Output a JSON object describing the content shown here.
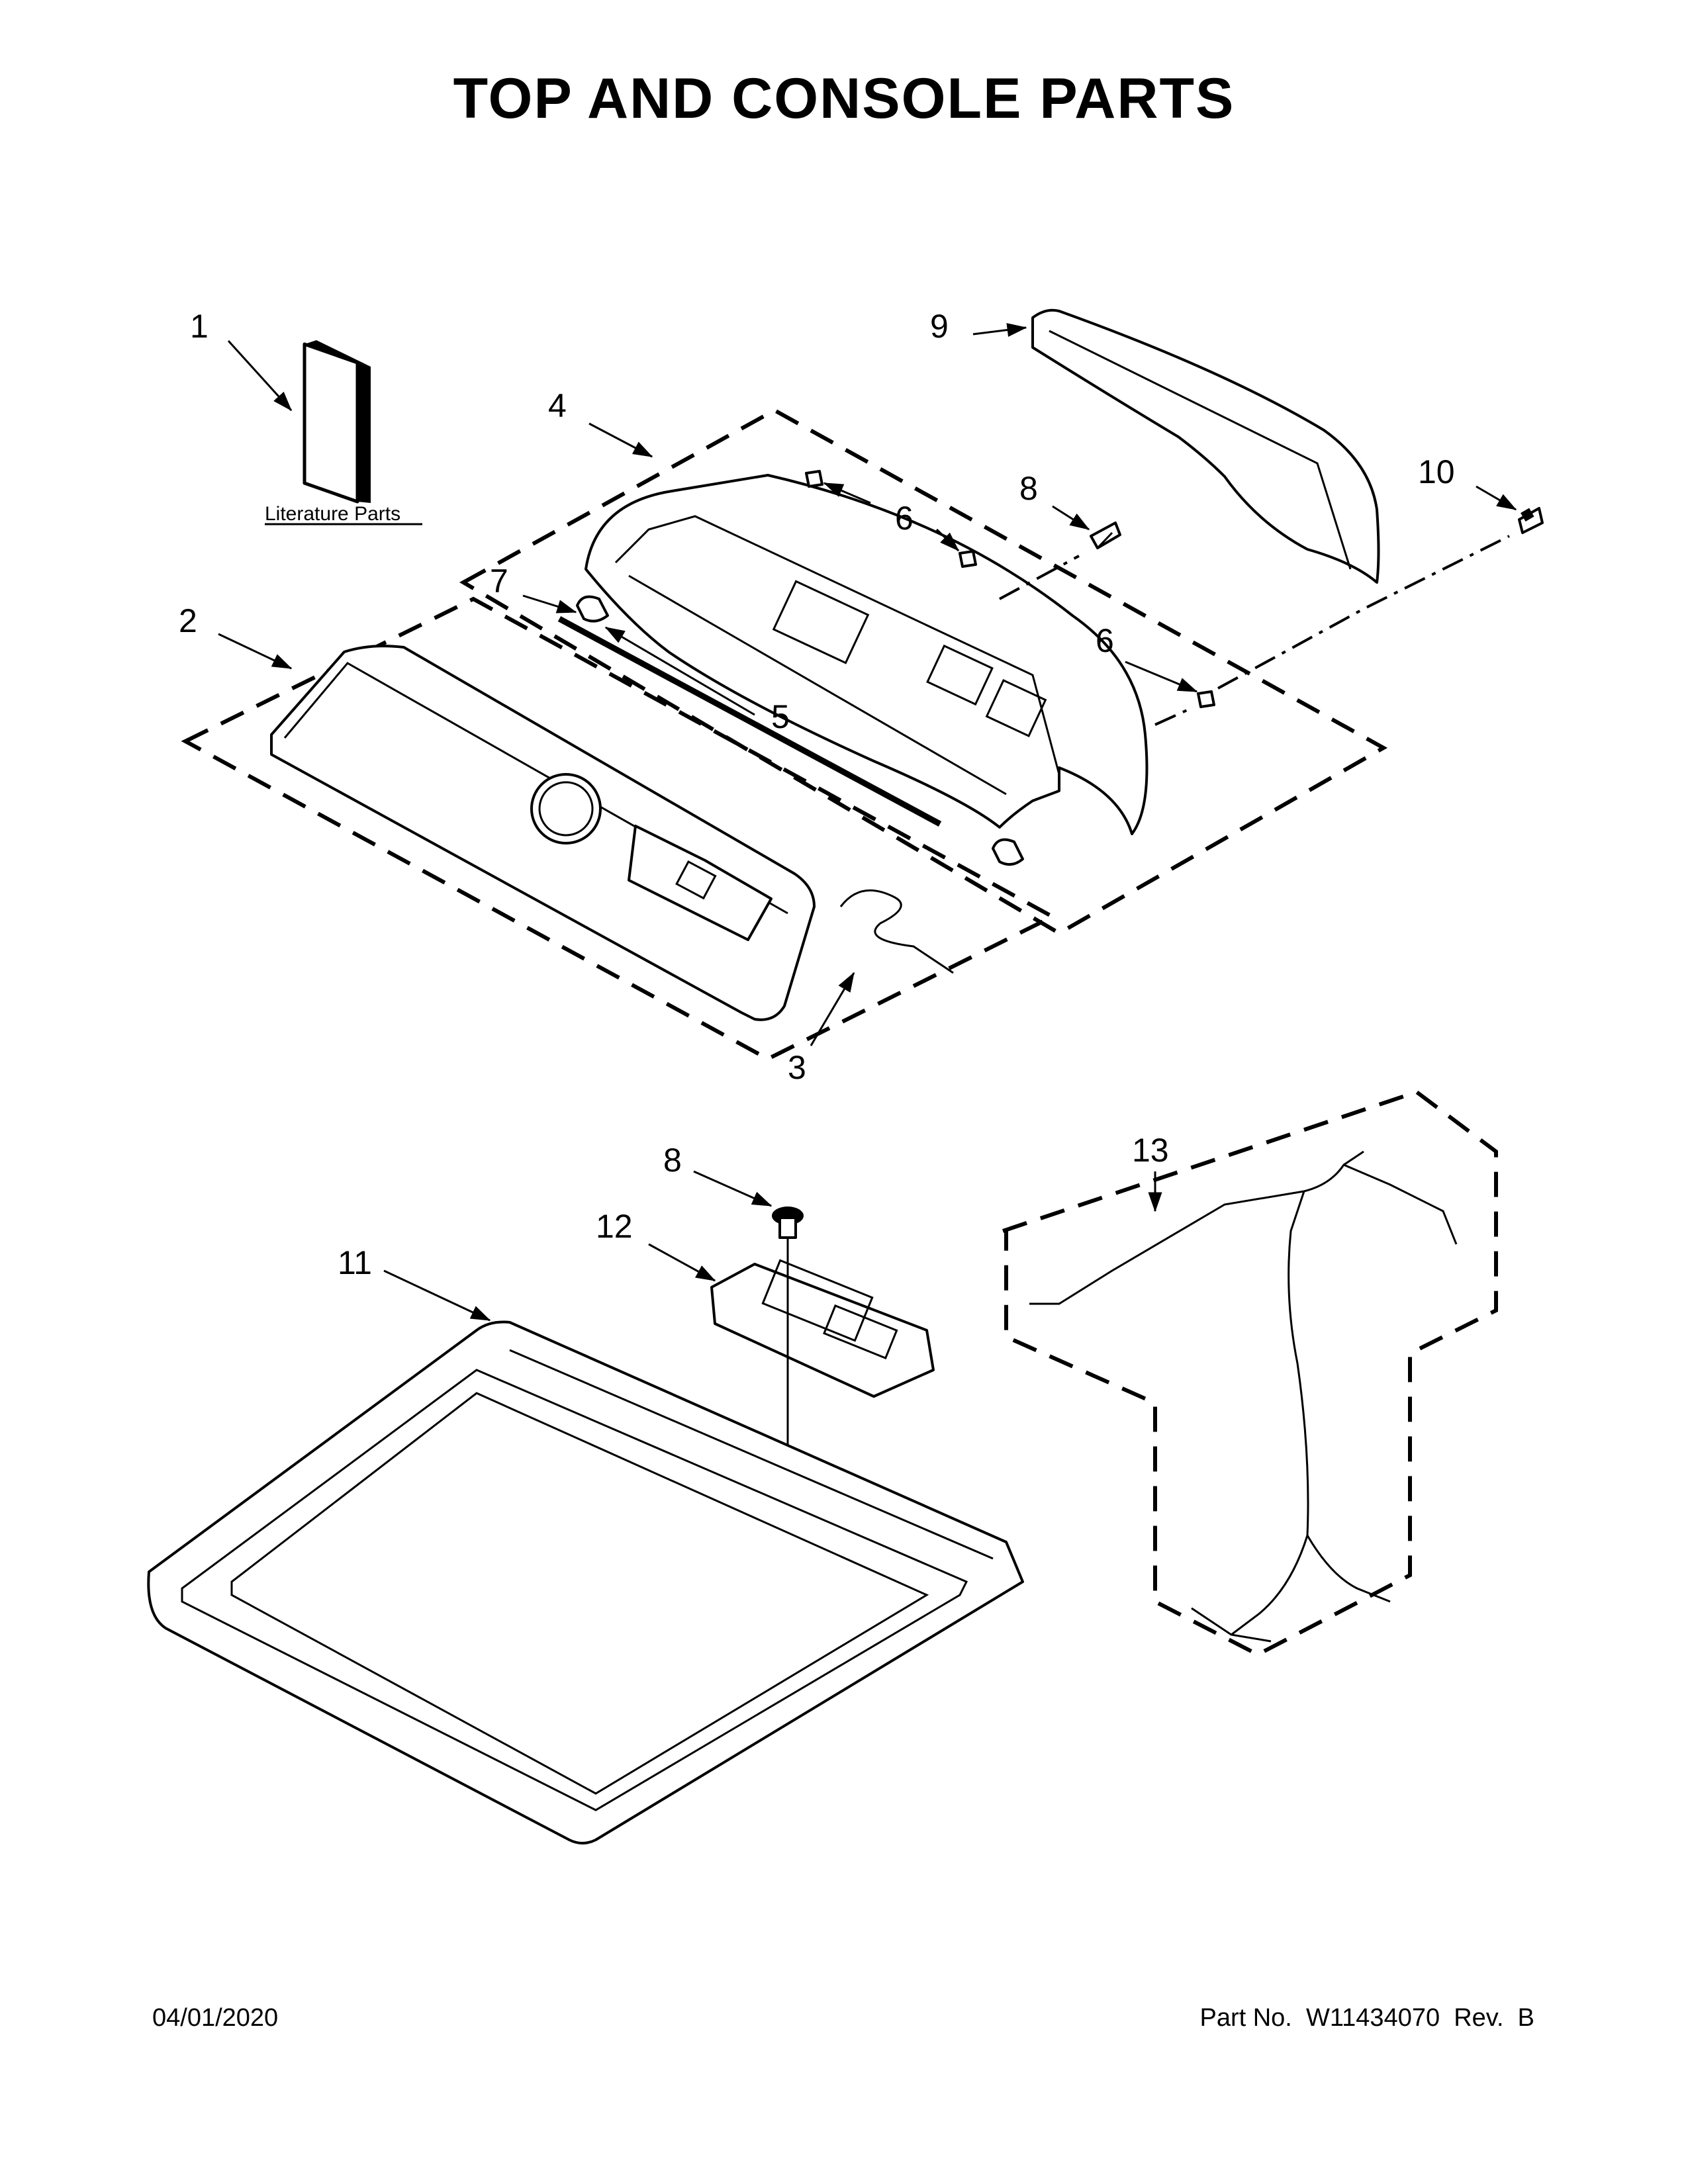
{
  "header": {
    "title": "TOP AND CONSOLE PARTS"
  },
  "callouts": {
    "c1": "1",
    "c2": "2",
    "c3": "3",
    "c4": "4",
    "c5": "5",
    "c6a": "6",
    "c6b": "6",
    "c7": "7",
    "c8a": "8",
    "c8b": "8",
    "c9": "9",
    "c10": "10",
    "c11": "11",
    "c12": "12",
    "c13": "13"
  },
  "literature_label": "Literature Parts",
  "footer": {
    "date": "04/01/2020",
    "part_no": "Part No.  W11434070  Rev.  B"
  }
}
